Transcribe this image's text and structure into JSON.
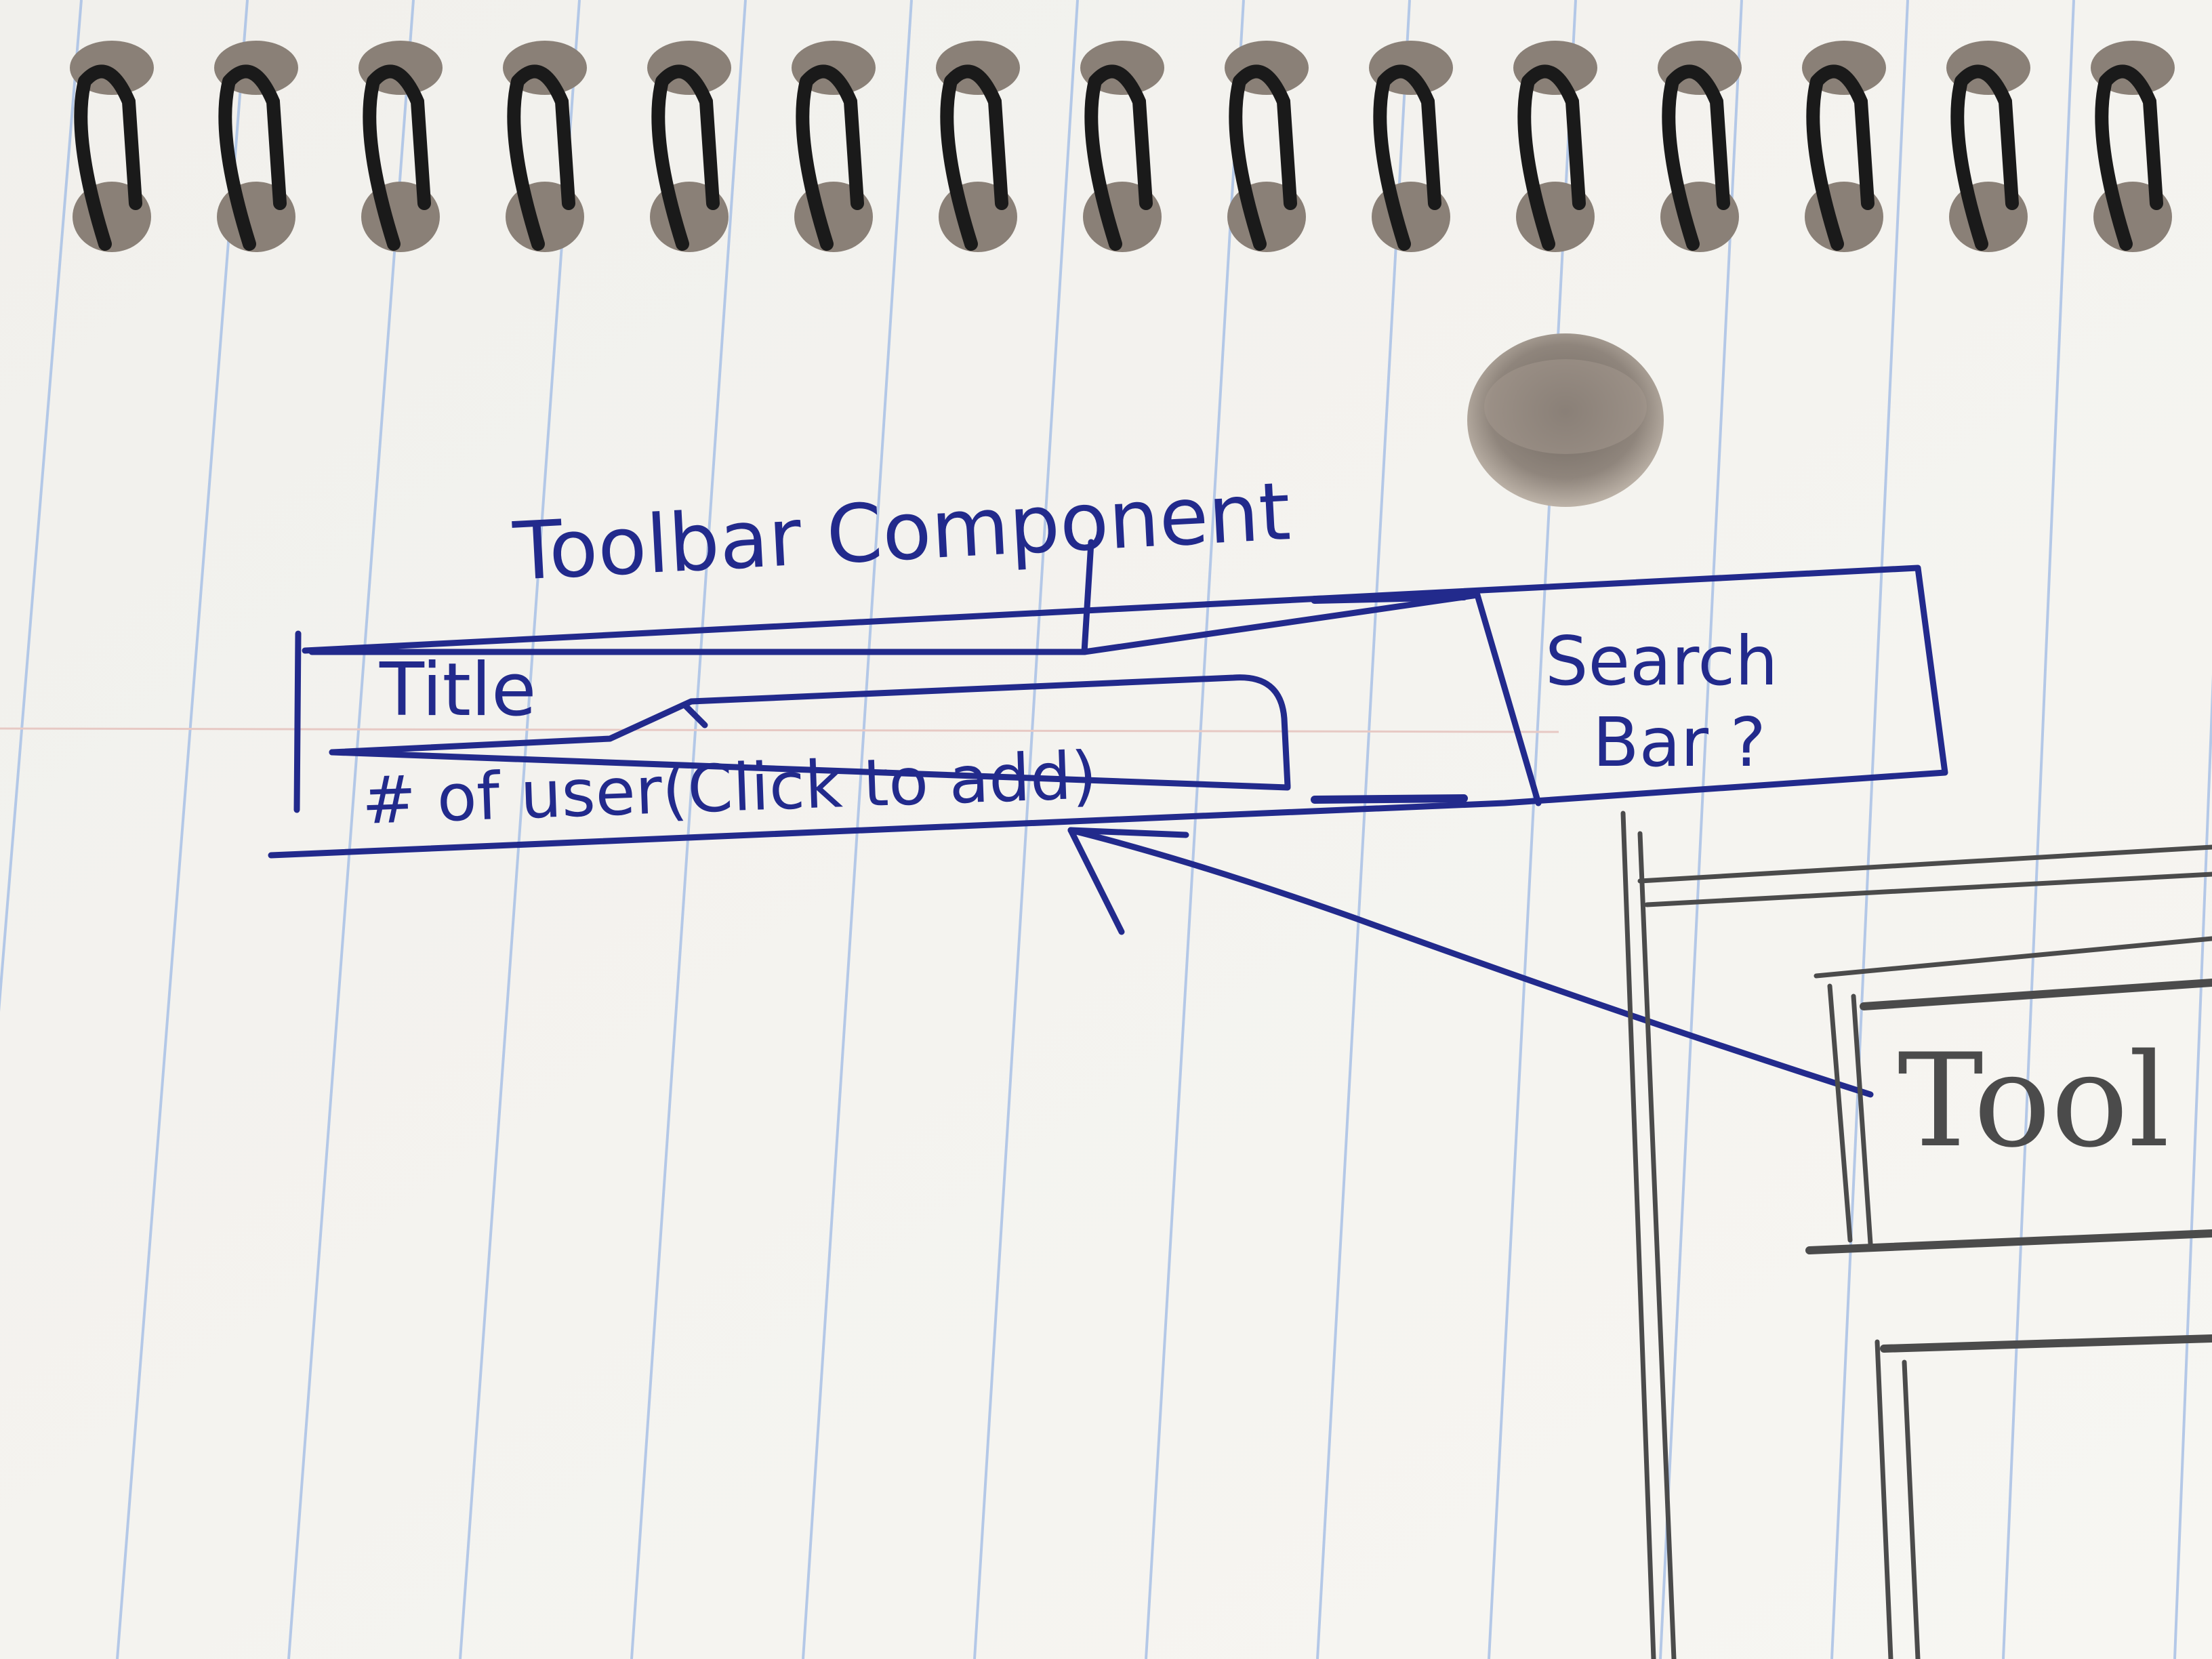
{
  "notebook": {
    "heading": "Toolbar Component",
    "sketch": {
      "title_label": "Title",
      "subtitle_label": "# of user(Click to add)",
      "search_label_line1": "Search",
      "search_label_line2": "Bar ?"
    },
    "pencil_sketch": {
      "label": "Tool"
    }
  },
  "colors": {
    "paper": "#f4f3ef",
    "rule_line": "#a9c1e6",
    "ink": "#222a8c",
    "pencil": "#4b4b4b",
    "coil": "#1a1a1a",
    "hole_shadow": "#8a8077"
  }
}
